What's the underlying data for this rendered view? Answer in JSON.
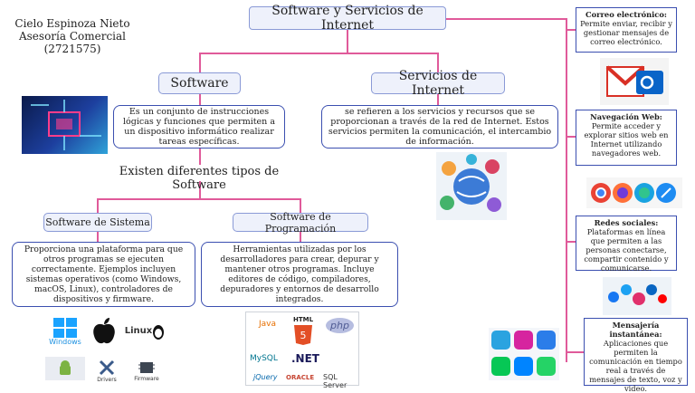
{
  "author": {
    "name": "Cielo Espinoza Nieto",
    "role": "Asesoría Comercial",
    "code": "(2721575)"
  },
  "title": "Software y Servicios de Internet",
  "software": {
    "label": "Software",
    "description": "Es un conjunto de instrucciones lógicas y funciones que permiten a un dispositivo informático realizar tareas específicas.",
    "types_heading": "Existen diferentes tipos de Software",
    "sistema": {
      "label": "Software de Sistema",
      "description": "Proporciona una plataforma para que otros programas se ejecuten correctamente. Ejemplos incluyen sistemas operativos (como Windows, macOS, Linux), controladores de dispositivos y firmware.",
      "logos": [
        "Windows",
        "Linux",
        "Drivers",
        "Firmware"
      ]
    },
    "programacion": {
      "label": "Software de Programación",
      "description": "Herramientas utilizadas por los desarrolladores para crear, depurar y mantener otros programas. Incluye editores de código, compiladores, depuradores y entornos de desarrollo integrados.",
      "logos": [
        "Java",
        "HTML",
        "php",
        "MySQL",
        ".NET",
        "jQuery",
        "ORACLE",
        "SQL Server"
      ]
    }
  },
  "servicios": {
    "label": "Servicios de Internet",
    "description": "se refieren a los servicios y recursos que se proporcionan a través de la red de Internet. Estos servicios permiten la comunicación, el intercambio de información.",
    "items": [
      {
        "title": "Correo electrónico:",
        "text": "Permite enviar, recibir y gestionar mensajes de correo electrónico."
      },
      {
        "title": "Navegación Web:",
        "text": "Permite acceder y explorar sitios web en Internet utilizando navegadores web."
      },
      {
        "title": "Redes sociales:",
        "text": "Plataformas en línea que permiten a las personas conectarse, compartir contenido y comunicarse."
      },
      {
        "title": "Mensajería instantánea:",
        "text": "Aplicaciones que permiten la comunicación en tiempo real a través de mensajes de texto, voz y video."
      }
    ]
  },
  "colors": {
    "connector": "#e05a9a",
    "node_fill": "#eef1fb",
    "node_border": "#8a9ad6",
    "box_border": "#3b4fb0"
  }
}
